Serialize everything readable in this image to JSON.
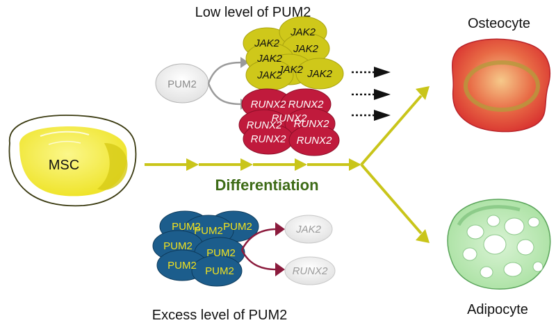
{
  "top_label": "Low level of PUM2",
  "bottom_label": "Excess level of PUM2",
  "center_label": "Differentiation",
  "cells": {
    "msc": "MSC",
    "osteocyte": "Osteocyte",
    "adipocyte": "Adipocyte"
  },
  "top_cluster": {
    "regulator": "PUM2",
    "jak2": [
      "JAK2",
      "JAK2",
      "JAK2",
      "JAK2",
      "JAK2",
      "JAK2",
      "JAK2"
    ],
    "runx2": [
      "RUNX2",
      "RUNX2",
      "RUNX2",
      "RUNX2",
      "RUNX2",
      "RUNX2",
      "RUNX2"
    ]
  },
  "bottom_cluster": {
    "pum2": [
      "PUM2",
      "PUM2",
      "PUM2",
      "PUM2",
      "PUM2",
      "PUM2",
      "PUM2"
    ],
    "targets": [
      "JAK2",
      "RUNX2"
    ]
  },
  "colors": {
    "jak2_fill": "#cfc81a",
    "runx2_fill": "#c01a3c",
    "pum2_fill": "#1c5d8c",
    "pum2_text": "#f2e21e",
    "arrow": "#c9c51a",
    "differentiation_text": "#3d6b16",
    "msc_fill": "#f4ee3a",
    "osteocyte_fill": "#e0413b",
    "adipocyte_fill": "#bfeab9",
    "inhibit_top": "#9a9a9a",
    "inhibit_bottom": "#8b1a3c"
  }
}
